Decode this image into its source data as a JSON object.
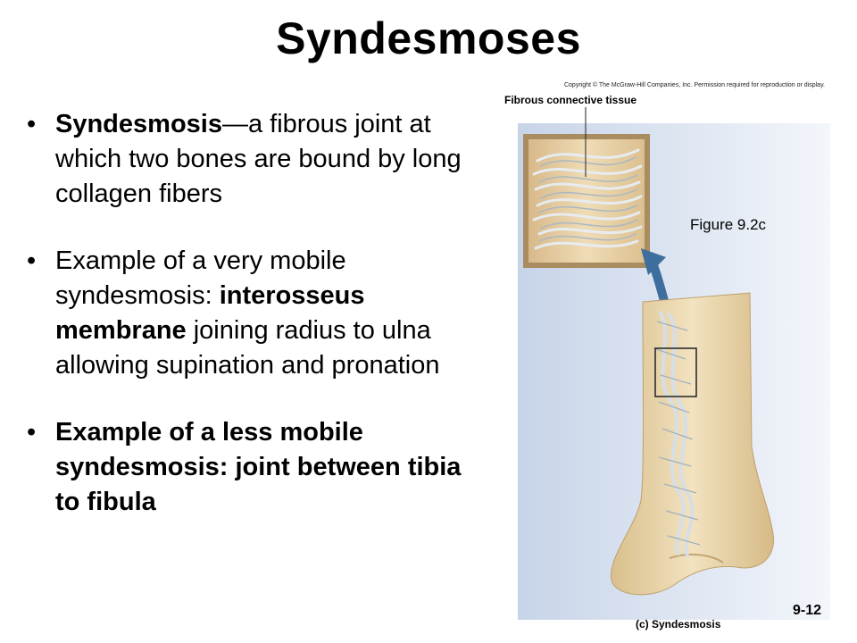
{
  "slide": {
    "title": "Syndesmoses",
    "page_number": "9-12"
  },
  "bullets": [
    {
      "bold_lead": "Syndesmosis",
      "text": "—a fibrous joint at which two bones are bound by long collagen fibers"
    },
    {
      "text_a": "Example of a very mobile syndesmosis: ",
      "bold_mid": "interosseus membrane",
      "text_b": " joining radius to ulna allowing supination and pronation"
    },
    {
      "bold_all": "Example of a less mobile syndesmosis: joint between tibia to fibula"
    }
  ],
  "figure": {
    "copyright": "Copyright © The McGraw-Hill Companies, Inc. Permission required for reproduction or display.",
    "label_fibrous": "Fibrous connective tissue",
    "figure_ref": "Figure 9.2c",
    "caption": "(c) Syndesmosis",
    "colors": {
      "panel_blue": "#cdd9ea",
      "bone": "#ecd7aa",
      "bone_shadow": "#c9ad7a",
      "fiber": "#c8d2dc",
      "arrow": "#3d6e9e"
    }
  }
}
